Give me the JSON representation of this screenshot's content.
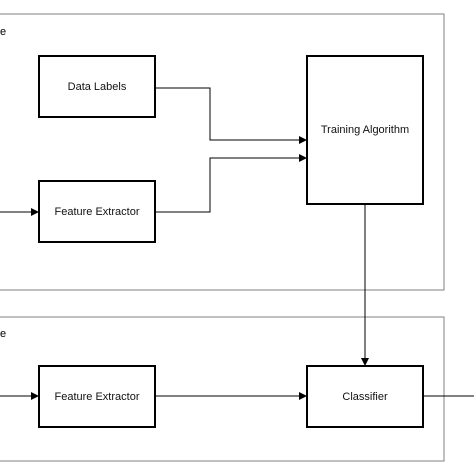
{
  "training_stage": {
    "label": "e"
  },
  "testing_stage": {
    "label": "e"
  },
  "nodes": {
    "data_labels": {
      "label": "Data Labels"
    },
    "feature_extractor_train": {
      "label": "Feature Extractor"
    },
    "training_algorithm": {
      "label": "Training Algorithm"
    },
    "feature_extractor_test": {
      "label": "Feature Extractor"
    },
    "classifier": {
      "label": "Classifier"
    }
  }
}
